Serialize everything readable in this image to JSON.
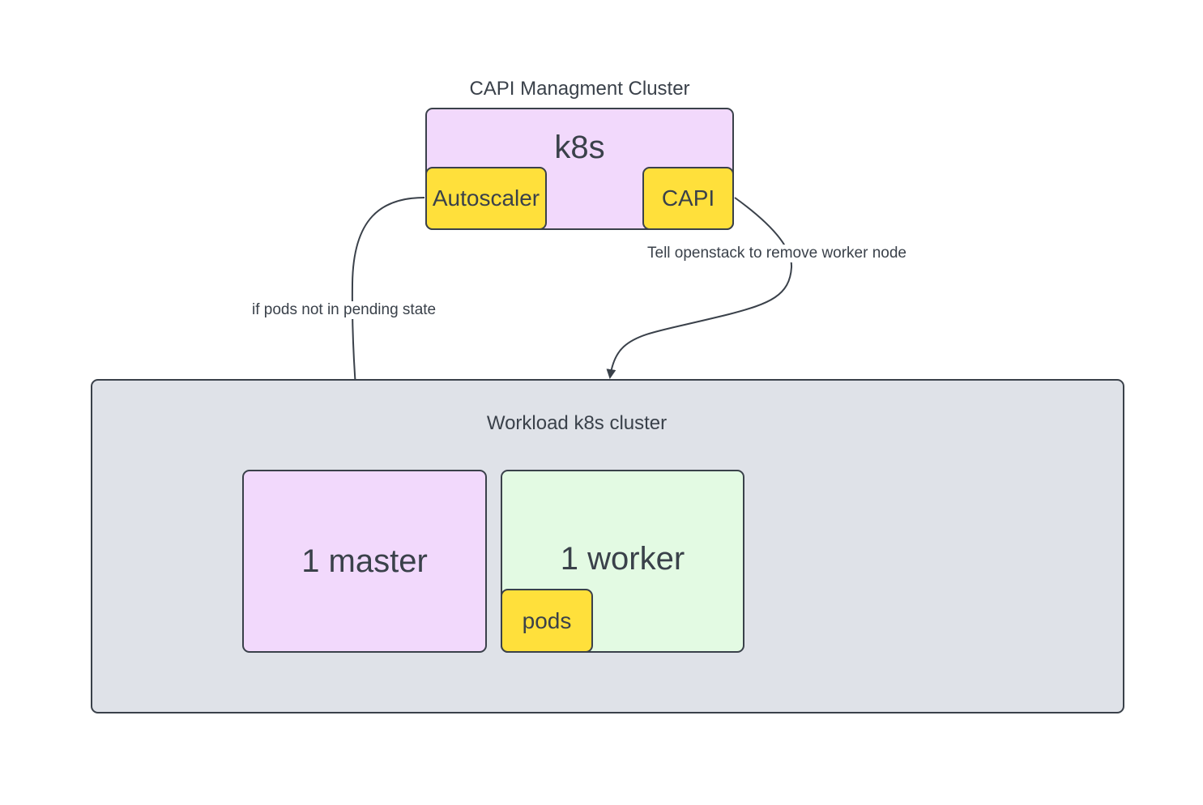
{
  "diagram": {
    "management_cluster": {
      "title": "CAPI Managment Cluster",
      "k8s_label": "k8s",
      "autoscaler_label": "Autoscaler",
      "capi_label": "CAPI"
    },
    "workload_cluster": {
      "title": "Workload k8s cluster",
      "master_label": "1 master",
      "worker_label": "1 worker",
      "pods_label": "pods"
    },
    "edges": {
      "autoscaler_to_master_label": "if pods not in pending state",
      "capi_to_workload_label": "Tell openstack to remove worker node"
    },
    "colors": {
      "lilac": "#f2d9fc",
      "yellow": "#ffe03b",
      "mint": "#e3fae3",
      "gray": "#dfe2e8",
      "stroke": "#3a414a"
    }
  }
}
